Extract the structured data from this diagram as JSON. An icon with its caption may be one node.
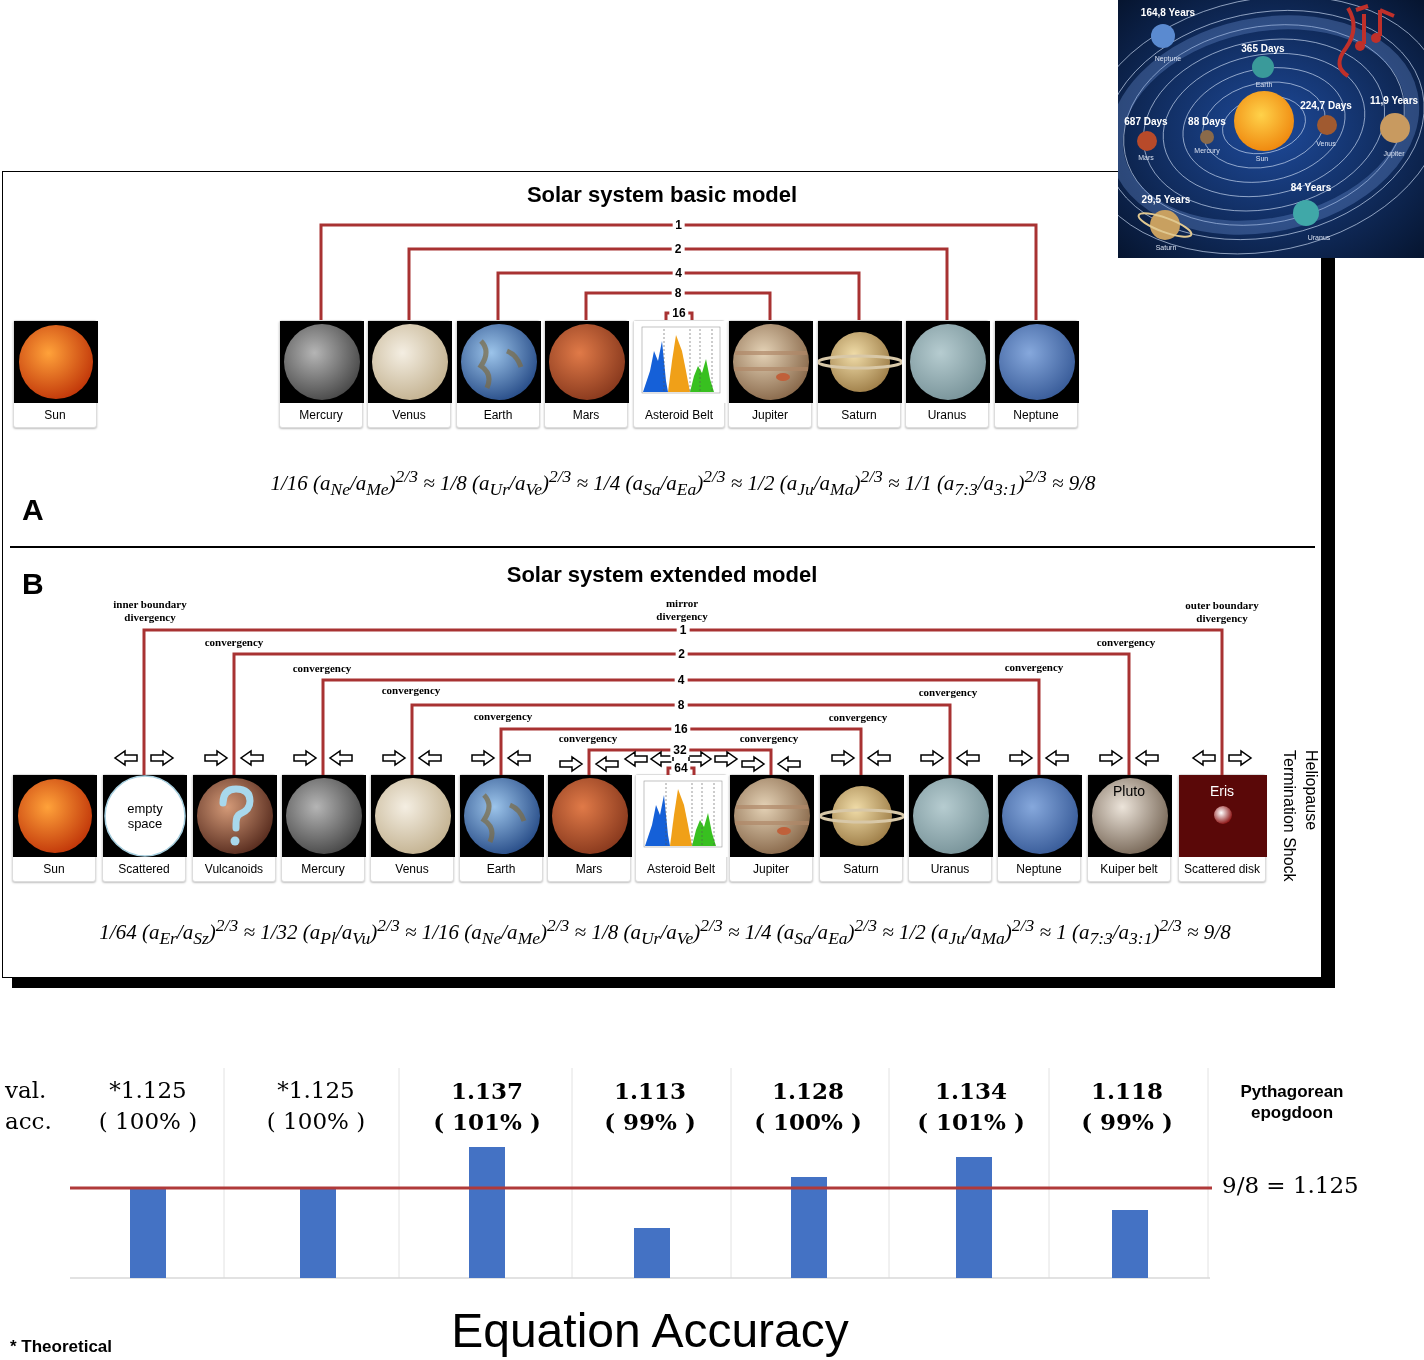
{
  "diagram": {
    "nodes": [
      {
        "text": [
          "Solar system basic model"
        ]
      },
      {
        "text": [
          "Sun"
        ],
        "in": 0
      },
      {
        "text": [
          "Mercury"
        ],
        "in": 0
      },
      {
        "text": [
          "Venus"
        ],
        "in": 0
      },
      {
        "text": [
          "Earth"
        ],
        "in": 0
      },
      {
        "text": [
          "Mars"
        ],
        "in": 0
      },
      {
        "text": [
          "Asteroid Belt"
        ],
        "in": 0
      },
      {
        "text": [
          "Jupiter"
        ],
        "in": 0
      },
      {
        "text": [
          "Saturn"
        ],
        "in": 0
      },
      {
        "text": [
          "Uranus"
        ],
        "in": 0
      },
      {
        "text": [
          "Neptune"
        ],
        "in": 0
      },
      {
        "text": [
          "Solar system extended model"
        ]
      },
      {
        "text": [
          "Sun"
        ],
        "in": 11
      },
      {
        "text": [
          "empty space",
          "Scattered"
        ],
        "in": 11
      },
      {
        "text": [
          "Vulcanoids"
        ],
        "in": 11
      },
      {
        "text": [
          "Mercury"
        ],
        "in": 11
      },
      {
        "text": [
          "Venus"
        ],
        "in": 11
      },
      {
        "text": [
          "Earth"
        ],
        "in": 11
      },
      {
        "text": [
          "Mars"
        ],
        "in": 11
      },
      {
        "text": [
          "Asteroid Belt"
        ],
        "in": 11
      },
      {
        "text": [
          "Jupiter"
        ],
        "in": 11
      },
      {
        "text": [
          "Saturn"
        ],
        "in": 11
      },
      {
        "text": [
          "Uranus"
        ],
        "in": 11
      },
      {
        "text": [
          "Neptune"
        ],
        "in": 11
      },
      {
        "text": [
          "Pluto",
          "Kuiper belt"
        ],
        "in": 11
      },
      {
        "text": [
          "Eris",
          "Scattered disk"
        ],
        "in": 11
      }
    ],
    "edges": [
      {
        "from": 2,
        "to": 10,
        "arrow": "none",
        "label": "1"
      },
      {
        "from": 3,
        "to": 9,
        "arrow": "none",
        "label": "2"
      },
      {
        "from": 4,
        "to": 8,
        "arrow": "none",
        "label": "4"
      },
      {
        "from": 5,
        "to": 7,
        "arrow": "none",
        "label": "8"
      },
      {
        "from": 6,
        "to": 6,
        "arrow": "none",
        "label": "16"
      },
      {
        "from": 13,
        "to": 25,
        "arrow": "none",
        "label": "1"
      },
      {
        "from": 14,
        "to": 24,
        "arrow": "none",
        "label": "2"
      },
      {
        "from": 15,
        "to": 23,
        "arrow": "none",
        "label": "4"
      },
      {
        "from": 16,
        "to": 22,
        "arrow": "none",
        "label": "8"
      },
      {
        "from": 17,
        "to": 21,
        "arrow": "none",
        "label": "16"
      },
      {
        "from": 18,
        "to": 20,
        "arrow": "none",
        "label": "32"
      },
      {
        "from": 19,
        "to": 19,
        "arrow": "none",
        "label": "64"
      }
    ],
    "labels": [
      "164,8 Years",
      "365 Days",
      "Neptune",
      "Earth",
      "11,9 Years",
      "224,7 Days",
      "687 Days",
      "88 Days",
      "Venus",
      "Mercury",
      "Jupiter",
      "Mars",
      "Sun",
      "84 Years",
      "29,5 Years",
      "Uranus",
      "Saturn",
      "1/16 (a$_{Ne}$/a$_{Me}$)$^{2/3}$ ≈ 1/8 (a$_{Ur}$/a$_{Ve}$)$^{2/3}$ ≈ 1/4 (a$_{Sa}$/a$_{Ea}$)$^{2/3}$ ≈ 1/2 (a$_{Ju}$/a$_{Ma}$)$^{2/3}$ ≈ 1/1 (a$_{7:3}$/a$_{3:1}$)$^{2/3}$ ≈ 9/8",
      "A",
      "B",
      "inner boundary divergency",
      "mirror divergency",
      "outer boundary divergency",
      "convergency",
      "convergency",
      "convergency",
      "convergency",
      "convergency",
      "convergency",
      "convergency",
      "convergency",
      "convergency",
      "convergency",
      "Heliopause",
      "Termination Shock",
      "1/64 (a$_{Er}$/a$_{Sz}$)$^{2/3}$ ≈ 1/32 (a$_{Pl}$/a$_{Vu}$)$^{2/3}$ ≈ 1/16 (a$_{Ne}$/a$_{Me}$)$^{2/3}$ ≈ 1/8 (a$_{Ur}$/a$_{Ve}$)$^{2/3}$ ≈ 1/4 (a$_{Sa}$/a$_{Ea}$)$^{2/3}$ ≈ 1/2 (a$_{Ju}$/a$_{Ma}$)$^{2/3}$ ≈ 1 (a$_{7:3}$/a$_{3:1}$)$^{2/3}$ ≈ 9/8",
      "val.",
      "*1.125",
      "*1.125",
      "1.137",
      "1.113",
      "1.128",
      "1.134",
      "1.118",
      "Pythagorean epogdoon",
      "acc.",
      "( 100% )",
      "( 100% )",
      "( 101% )",
      "( 99% )",
      "( 100% )",
      "( 101% )",
      "( 99% )",
      "9/8 = 1.125",
      "Equation Accuracy",
      "* Theoretical"
    ]
  }
}
